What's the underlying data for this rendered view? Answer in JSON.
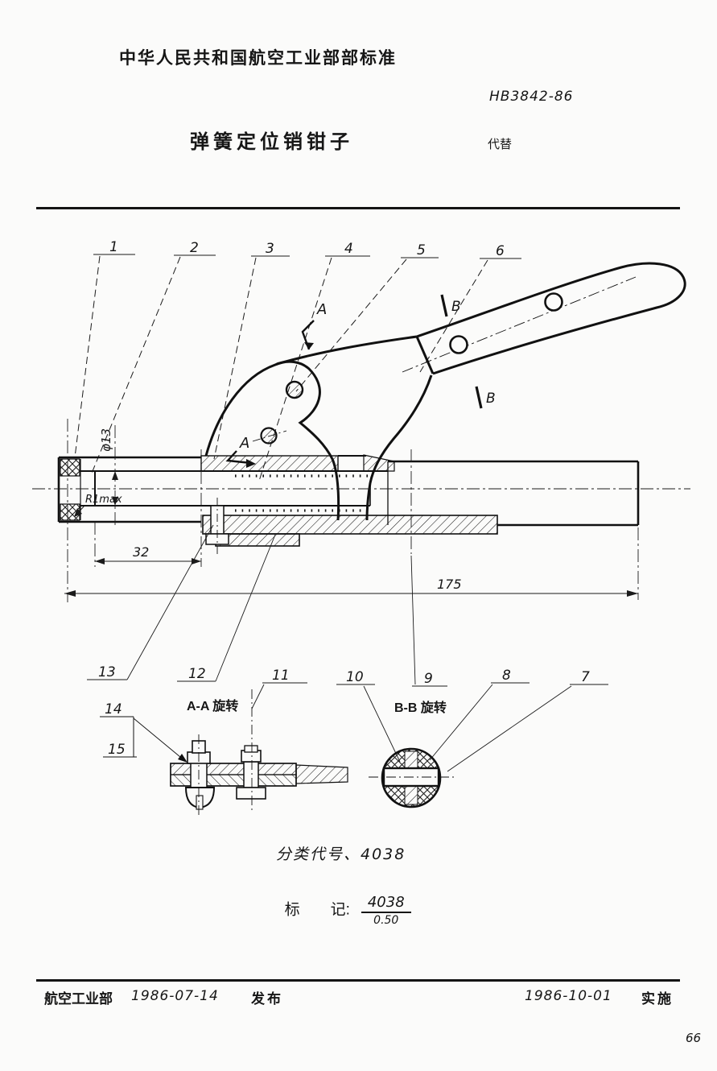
{
  "page": {
    "header_title": "中华人民共和国航空工业部部标准",
    "standard_number": "HB3842-86",
    "doc_title": "弹簧定位销钳子",
    "replaces_label": "代替",
    "page_number": "66"
  },
  "drawing": {
    "top_callouts": [
      "1",
      "2",
      "3",
      "4",
      "5",
      "6"
    ],
    "bottom_callouts": [
      "13",
      "12",
      "11",
      "10",
      "9",
      "8",
      "7"
    ],
    "side_callouts": [
      "14",
      "15"
    ],
    "section_labels": {
      "aa": "A-A 旋转",
      "bb": "B-B 旋转"
    },
    "view_letters": {
      "a": "A",
      "b": "B"
    },
    "dimensions": {
      "diameter": "φ13",
      "radius": "R1max",
      "length_32": "32",
      "length_175": "175"
    }
  },
  "notes": {
    "classification": "分类代号、4038",
    "marking_label": "标　　记:",
    "marking_numerator": "4038",
    "marking_denominator": "0.50"
  },
  "footer": {
    "issuer": "航空工业部",
    "issue_date": "1986-07-14",
    "publish_label": "发布",
    "effective_date": "1986-10-01",
    "implement_label": "实施"
  }
}
